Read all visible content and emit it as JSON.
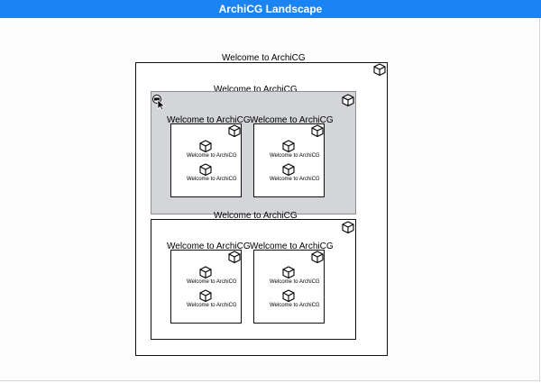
{
  "header": {
    "title": "ArchiCG Landscape"
  },
  "diagram": {
    "outer_label": "Welcome to ArchiCG",
    "groups": [
      {
        "label": "Welcome to ArchiCG",
        "selected": true,
        "children": [
          {
            "label": "Welcome to ArchiCG",
            "items": [
              "Welcome to ArchiCG",
              "Welcome to ArchiCG"
            ]
          },
          {
            "label": "Welcome to ArchiCG",
            "items": [
              "Welcome to ArchiCG",
              "Welcome to ArchiCG"
            ]
          }
        ]
      },
      {
        "label": "Welcome to ArchiCG",
        "selected": false,
        "children": [
          {
            "label": "Welcome to ArchiCG",
            "items": [
              "Welcome to ArchiCG",
              "Welcome to ArchiCG"
            ]
          },
          {
            "label": "Welcome to ArchiCG",
            "items": [
              "Welcome to ArchiCG",
              "Welcome to ArchiCG"
            ]
          }
        ]
      }
    ]
  },
  "icons": {
    "node": "cube-icon",
    "cursor": "pointer-cursor-icon"
  }
}
